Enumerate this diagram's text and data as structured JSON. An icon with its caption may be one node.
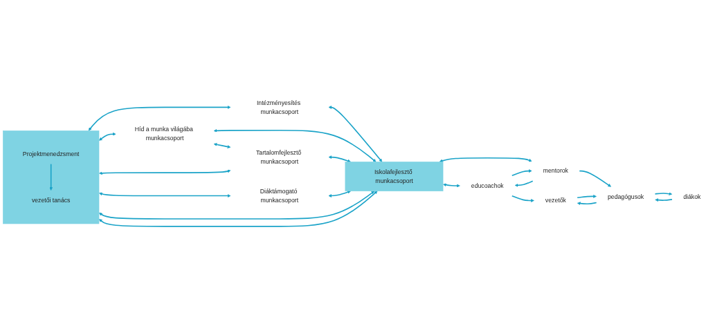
{
  "diagram": {
    "nodes": [
      {
        "text": [],
        "shape": "box"
      },
      {
        "text": [
          "Projektmenedzsment"
        ],
        "in": 0
      },
      {
        "text": [
          "vezetői tanács"
        ],
        "in": 0
      },
      {
        "text": [
          "Intézményesítés munkacsoport"
        ]
      },
      {
        "text": [
          "Híd a munka világába munkacsoport"
        ]
      },
      {
        "text": [
          "Tartalomfejlesztő munkacsoport"
        ]
      },
      {
        "text": [
          "Diáktámogató munkacsoport"
        ]
      },
      {
        "text": [
          "Iskolafejlesztő munkacsoport"
        ]
      },
      {
        "text": [
          "educoachok"
        ]
      },
      {
        "text": [
          "vezetők"
        ]
      },
      {
        "text": [
          "mentorok"
        ]
      },
      {
        "text": [
          "pedagógusok"
        ]
      },
      {
        "text": [
          "diákok"
        ]
      }
    ],
    "edges": [
      {
        "from": 1,
        "to": 2,
        "arrow": "to"
      },
      {
        "from": 0,
        "to": 7,
        "arrow": "both"
      },
      {
        "from": 0,
        "to": 7,
        "arrow": "both"
      },
      {
        "from": 0,
        "to": 3,
        "arrow": "both"
      },
      {
        "from": 3,
        "to": 7,
        "arrow": "both"
      },
      {
        "from": 0,
        "to": 4,
        "arrow": "both"
      },
      {
        "from": 4,
        "to": 7,
        "arrow": "both"
      },
      {
        "from": 4,
        "to": 5,
        "arrow": "both"
      },
      {
        "from": 0,
        "to": 5,
        "arrow": "both"
      },
      {
        "from": 5,
        "to": 7,
        "arrow": "both"
      },
      {
        "from": 0,
        "to": 6,
        "arrow": "both"
      },
      {
        "from": 6,
        "to": 7,
        "arrow": "both"
      },
      {
        "from": 7,
        "to": 8,
        "arrow": "both"
      },
      {
        "from": 7,
        "to": 10,
        "arrow": "both"
      },
      {
        "from": 8,
        "to": 9,
        "arrow": "to"
      },
      {
        "from": 8,
        "to": 10,
        "arrow": "to"
      },
      {
        "from": 10,
        "to": 8,
        "arrow": "to"
      },
      {
        "from": 10,
        "to": 11,
        "arrow": "to"
      },
      {
        "from": 9,
        "to": 11,
        "arrow": "to"
      },
      {
        "from": 11,
        "to": 9,
        "arrow": "to"
      },
      {
        "from": 11,
        "to": 12,
        "arrow": "to"
      },
      {
        "from": 12,
        "to": 11,
        "arrow": "to"
      }
    ]
  }
}
